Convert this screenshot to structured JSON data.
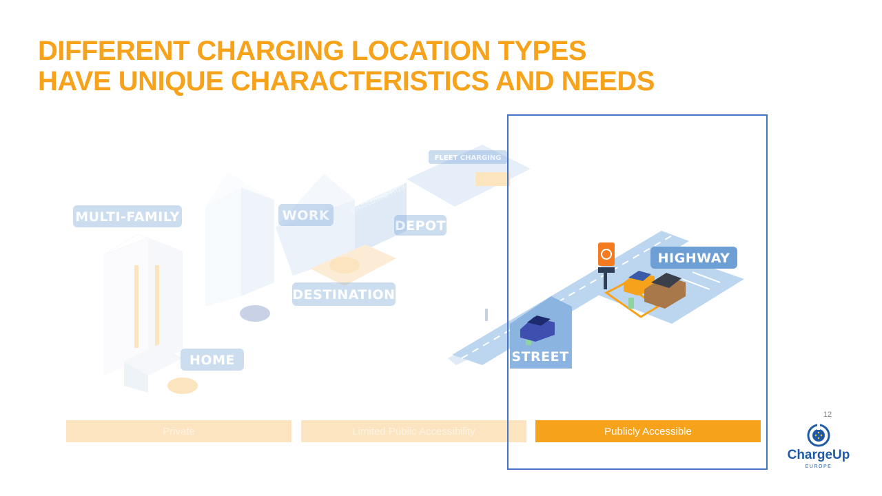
{
  "title": {
    "line1": "DIFFERENT CHARGING LOCATION TYPES",
    "line2": "HAVE UNIQUE CHARACTERISTICS AND NEEDS"
  },
  "labels": {
    "multi_family": "MULTI-FAMILY",
    "work": "WORK",
    "charging_hub": "CHARGING HUB",
    "fleet_charging": "FLEET CHARGING",
    "depot": "DEPOT",
    "destination": "DESTINATION",
    "home": "HOME",
    "highway": "HIGHWAY",
    "street": "STREET"
  },
  "categories": {
    "private": "Private",
    "limited": "Limited Public Accessibility",
    "public": "Publicly Accessible"
  },
  "page_number": "12",
  "logo": {
    "name": "ChargeUp",
    "sub": "EUROPE"
  },
  "colors": {
    "title": "#f7a21b",
    "accent_orange": "#f7a21b",
    "light_orange": "#fde4c1",
    "label_blue": "#6d9fd4",
    "highlight_border": "#4472c4",
    "logo_blue": "#1f5aa6"
  }
}
